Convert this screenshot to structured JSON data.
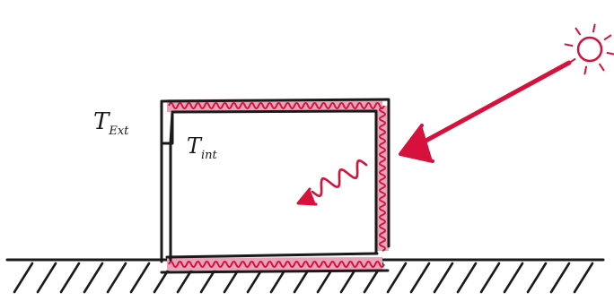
{
  "labels": {
    "exterior": {
      "main": "T",
      "sub": "Ext"
    },
    "interior": {
      "main": "T",
      "sub": "int"
    }
  },
  "colors": {
    "ink": "#1a1a1a",
    "accent": "#d6123c",
    "insulation": "#e8a4b8"
  },
  "icons": {
    "sun": "sun-icon",
    "ray": "sun-ray-arrow",
    "radiation": "radiation-wave-arrow"
  }
}
